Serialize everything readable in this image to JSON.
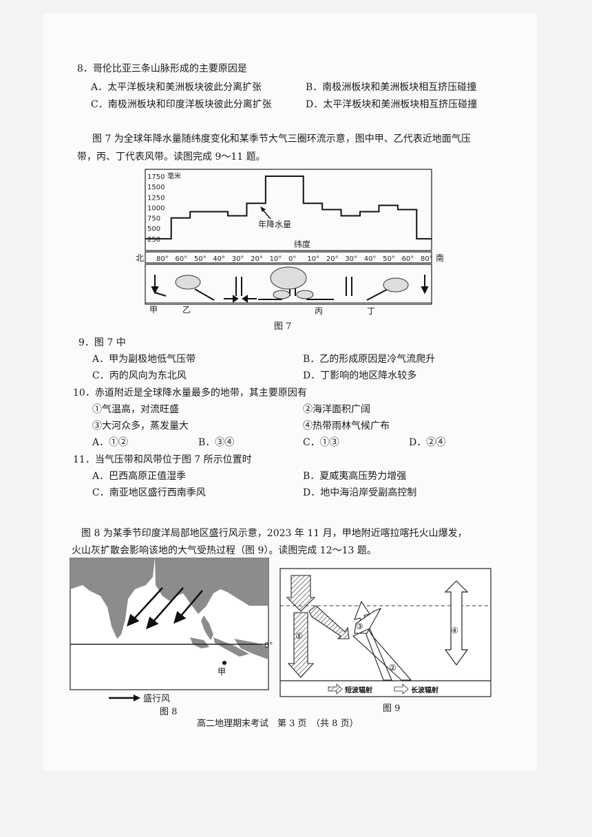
{
  "q8": {
    "stem": "8．哥伦比亚三条山脉形成的主要原因是",
    "A": "A．太平洋板块和美洲板块彼此分离扩张",
    "B": "B．南极洲板块和美洲板块相互挤压碰撞",
    "C": "C．南极洲板块和印度洋板块彼此分离扩张",
    "D": "D．太平洋板块和美洲板块相互挤压碰撞"
  },
  "intro7": {
    "line1": "图 7 为全球年降水量随纬度变化和某季节大气三圈环流示意，图中甲、乙代表近地面气压",
    "line2": "带，丙、丁代表风带。读图完成 9～11 题。"
  },
  "fig7": {
    "caption": "图 7",
    "north": "北",
    "south": "南",
    "unit": "毫米",
    "curve_label": "年降水量",
    "axis_label": "纬度",
    "jia": "甲",
    "yi": "乙",
    "bing": "丙",
    "ding": "丁"
  },
  "chart_data": {
    "type": "line",
    "title": "",
    "ylabel": "毫米",
    "xlabel": "纬度",
    "ylim": [
      0,
      1750
    ],
    "yticks": [
      "1750",
      "1500",
      "1250",
      "1000",
      "750",
      "500",
      "250"
    ],
    "x": [
      "80°",
      "60°",
      "50°",
      "40°",
      "30°",
      "20°",
      "10°",
      "0°",
      "10°",
      "20°",
      "30°",
      "40°",
      "50°",
      "60°",
      "80°"
    ],
    "series": [
      {
        "name": "年降水量",
        "values": [
          250,
          750,
          900,
          900,
          800,
          1100,
          1750,
          1750,
          1100,
          950,
          800,
          900,
          1050,
          950,
          250
        ]
      }
    ]
  },
  "q9": {
    "stem": "9．图 7 中",
    "A": "A．甲为副极地低气压带",
    "B": "B．乙的形成原因是冷气流爬升",
    "C": "C．丙的风向为东北风",
    "D": "D．丁影响的地区降水较多"
  },
  "q10": {
    "stem": "10．赤道附近是全球降水量最多的地带，其主要原因有",
    "o1": "①气温高，对流旺盛",
    "o2": "②海洋面积广阔",
    "o3": "③大河众多，蒸发量大",
    "o4": "④热带雨林气候广布",
    "A": "A．①②",
    "B": "B．③④",
    "C": "C．①③",
    "D": "D．②④"
  },
  "q11": {
    "stem": "11．当气压带和风带位于图 7 所示位置时",
    "A": "A．巴西高原正值湿季",
    "B": "B．夏威夷高压势力增强",
    "C": "C．南亚地区盛行西南季风",
    "D": "D．地中海沿岸受副高控制"
  },
  "intro8": {
    "line1": "图 8 为某季节印度洋局部地区盛行风示意，2023 年 11 月，甲地附近喀拉喀托火山爆发，",
    "line2": "火山灰扩散会影响该地的大气受热过程（图 9）。读图完成 12～13 题。"
  },
  "fig8": {
    "caption": "图 8",
    "legend": "盛行风",
    "equator": "0°",
    "jia": "甲"
  },
  "fig9": {
    "caption": "图 9",
    "n1": "①",
    "n2": "②",
    "n3": "③",
    "n4": "④",
    "short": "短波辐射",
    "long": "长波辐射"
  },
  "footer": "高二地理期末考试　第 3 页　（共 8 页）"
}
